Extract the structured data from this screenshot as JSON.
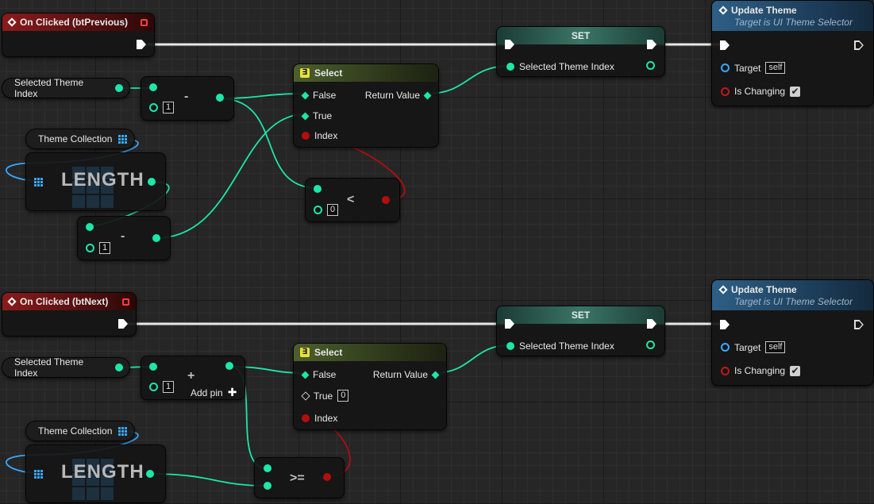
{
  "colors": {
    "exec": "#ffffff",
    "integer": "#1de6a8",
    "boolean": "#b30e0e",
    "object": "#39a8ff",
    "array": "#39a8ff"
  },
  "icons": {
    "event": "event-diamond-icon",
    "function": "function-diamond-icon",
    "select": "select-icon",
    "array": "array-grid-icon",
    "add": "plus-icon"
  },
  "previous": {
    "event_title": "On Clicked (btPrevious)",
    "var_index_label": "Selected Theme Index",
    "var_collection_label": "Theme Collection",
    "length_label": "LENGTH",
    "subtract_a": {
      "op": "-",
      "value": "1"
    },
    "subtract_b": {
      "op": "-",
      "value": "1"
    },
    "compare": {
      "op": "<",
      "value": "0"
    },
    "select": {
      "title": "Select",
      "false_label": "False",
      "true_label": "True",
      "index_label": "Index",
      "return_label": "Return Value"
    },
    "set": {
      "title": "SET",
      "pin_label": "Selected Theme Index"
    },
    "update": {
      "title": "Update Theme",
      "subtitle": "Target is UI Theme Selector",
      "target_label": "Target",
      "target_value": "self",
      "changing_label": "Is Changing",
      "changing_checked": "✔"
    }
  },
  "next": {
    "event_title": "On Clicked (btNext)",
    "var_index_label": "Selected Theme Index",
    "var_collection_label": "Theme Collection",
    "length_label": "LENGTH",
    "add": {
      "op": "+",
      "value": "1",
      "add_pin_label": "Add pin"
    },
    "compare": {
      "op": ">="
    },
    "select": {
      "title": "Select",
      "false_label": "False",
      "true_label": "True",
      "true_value": "0",
      "index_label": "Index",
      "return_label": "Return Value"
    },
    "set": {
      "title": "SET",
      "pin_label": "Selected Theme Index"
    },
    "update": {
      "title": "Update Theme",
      "subtitle": "Target is UI Theme Selector",
      "target_label": "Target",
      "target_value": "self",
      "changing_label": "Is Changing",
      "changing_checked": "✔"
    }
  }
}
